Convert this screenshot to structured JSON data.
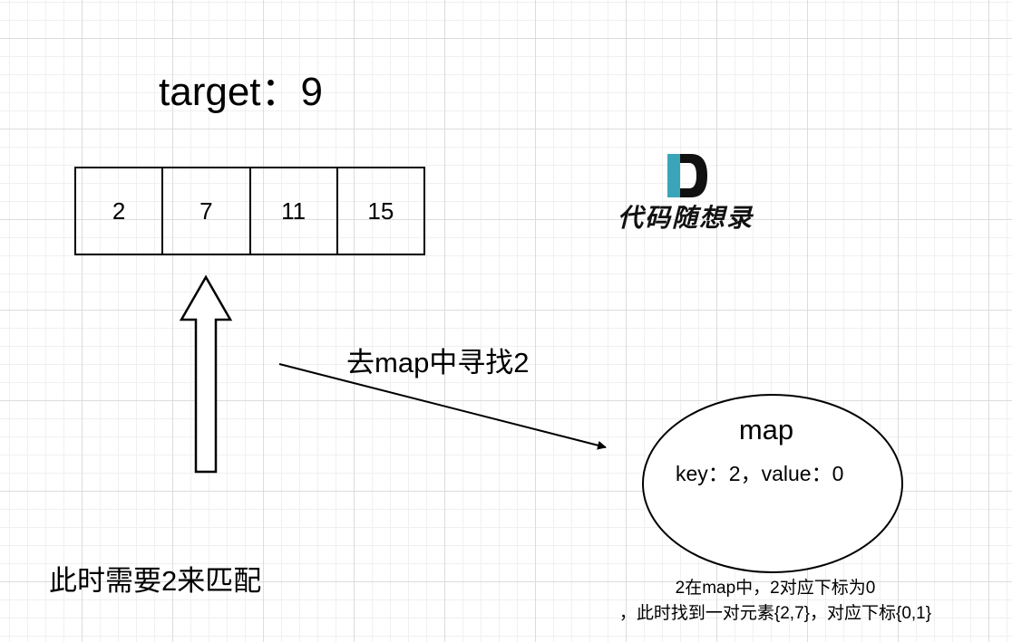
{
  "title": "target：9",
  "array": [
    "2",
    "7",
    "11",
    "15"
  ],
  "search_label": "去map中寻找2",
  "map": {
    "title": "map",
    "entry": "key：2，value：0"
  },
  "match_label": "此时需要2来匹配",
  "result_note": {
    "line1": "2在map中，2对应下标为0",
    "line2": "，此时找到一对元素{2,7}，对应下标{0,1}"
  },
  "logo": {
    "text": "代码随想录",
    "color_teal": "#3aa5b8",
    "color_dark": "#111111"
  },
  "colors": {
    "grid_major": "#dcdcdc",
    "grid_minor": "#f0f0f0",
    "ink": "#000000"
  }
}
